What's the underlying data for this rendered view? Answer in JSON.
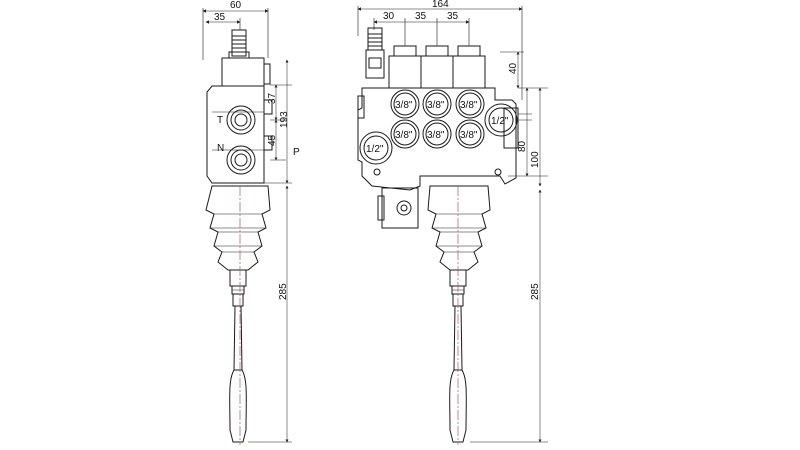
{
  "side_view": {
    "dimensions": {
      "top_width": "60",
      "top_offset": "35",
      "d37": "37",
      "d193": "193",
      "d45": "45",
      "d285": "285"
    },
    "port_labels": {
      "t": "T",
      "n": "N",
      "p": "P"
    }
  },
  "front_view": {
    "dimensions": {
      "total_width": "164",
      "d30": "30",
      "d35a": "35",
      "d35b": "35",
      "d40": "40",
      "d80": "80",
      "d100": "100",
      "d285": "285"
    },
    "ports": {
      "upper": [
        "3/8\"",
        "3/8\"",
        "3/8\""
      ],
      "lower": [
        "3/8\"",
        "3/8\"",
        "3/8\""
      ],
      "left": "1/2\"",
      "right": "1/2\""
    }
  },
  "colors": {
    "line": "#1a1a1a",
    "centerline": "#c0504d",
    "dim": "#444444"
  }
}
